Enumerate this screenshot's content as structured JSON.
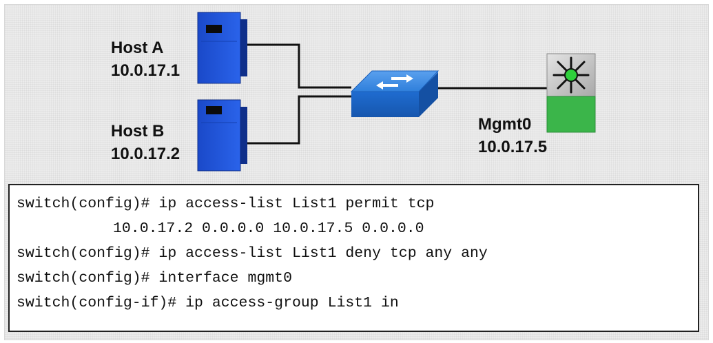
{
  "hosts": [
    {
      "name": "Host A",
      "ip": "10.0.17.1"
    },
    {
      "name": "Host B",
      "ip": "10.0.17.2"
    }
  ],
  "mgmt": {
    "name": "Mgmt0",
    "ip": "10.0.17.5"
  },
  "cli": {
    "line1": "switch(config)# ip access-list List1 permit tcp",
    "line2": "10.0.17.2 0.0.0.0 10.0.17.5 0.0.0.0",
    "line3": "switch(config)# ip access-list List1 deny tcp any any",
    "line4": "switch(config)# interface mgmt0",
    "line5": "switch(config-if)# ip access-group List1 in"
  },
  "colors": {
    "host": "#1b4fd6",
    "switch": "#1e6fd1",
    "device_green": "#3bb54a",
    "device_gray": "#c9c9c9"
  }
}
